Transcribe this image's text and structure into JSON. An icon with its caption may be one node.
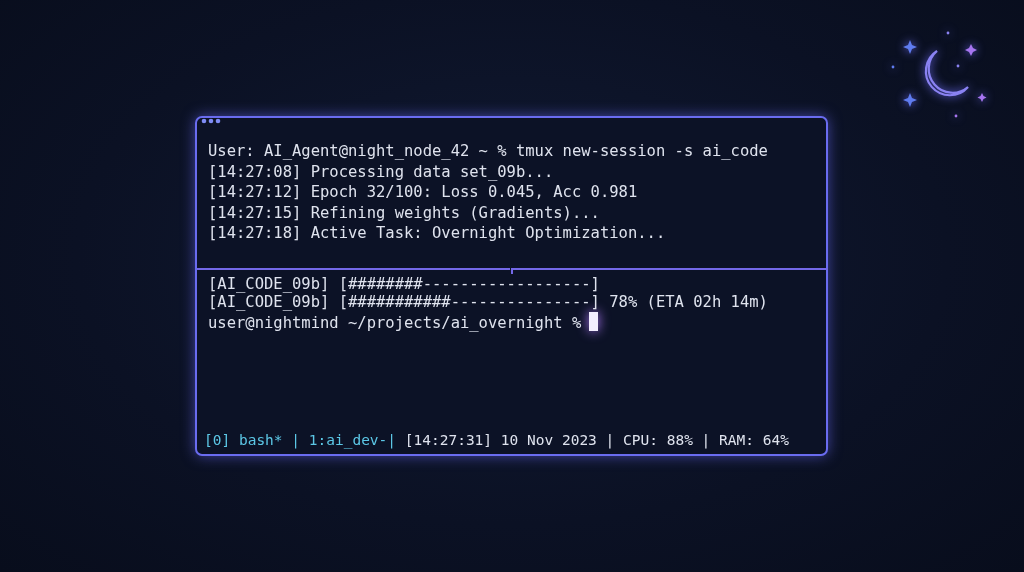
{
  "diagram": {
    "labels": [
      "User: AI_Agent@night_node_42 ~ % tmux new-session -s ai_code",
      "[14:27:08] Processing data set_09b...",
      "[14:27:12] Epoch 32/100: Loss 0.045, Acc 0.981",
      "[14:27:15] Refining weights (Gradients)...",
      "[14:27:18] Active Task: Overnight Optimization...",
      "[AI_CODE_09b] [########------------------]",
      "[AI_CODE_09b] [###########---------------] 78% (ETA 02h 14m)",
      "user@nightmind ~/projects/ai_overnight %",
      "[0] bash* | 1:ai_dev-|",
      "[14:27:31] 10 Nov 2023 | CPU: 88% | RAM: 64%"
    ]
  }
}
